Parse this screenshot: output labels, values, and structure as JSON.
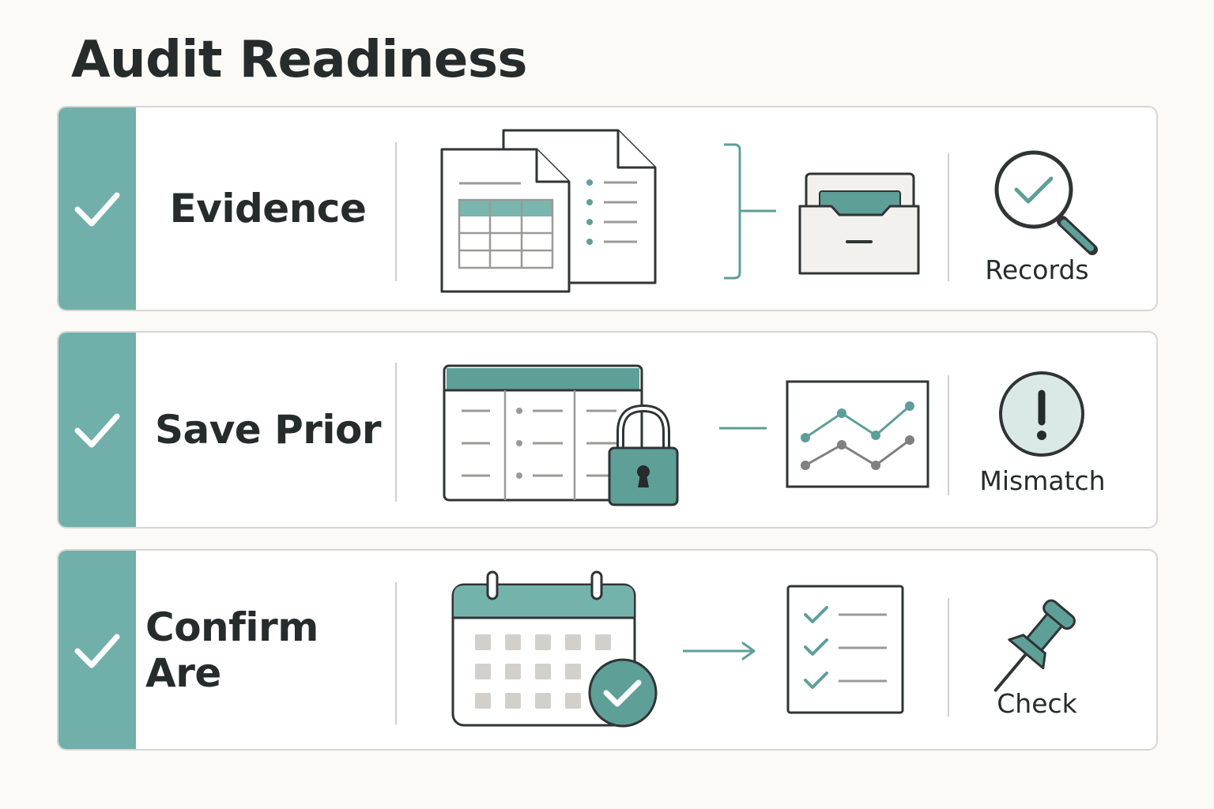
{
  "title": "Audit Readiness",
  "colors": {
    "accent": "#5e9f98",
    "stripe": "#71b0aa",
    "ink": "#262b2b",
    "card_border": "#d6d6d2",
    "background": "#fbfaf6"
  },
  "steps": [
    {
      "label": "Evidence",
      "status_icon": "checkmark-icon",
      "illustration_icons": [
        "spreadsheet-document-icon",
        "list-document-icon",
        "bracket-connector-icon",
        "file-drawer-icon",
        "magnifier-check-icon"
      ],
      "end_label": "Records"
    },
    {
      "label": "Save Prior",
      "status_icon": "checkmark-icon",
      "illustration_icons": [
        "table-icon",
        "padlock-icon",
        "line-connector-icon",
        "line-chart-icon",
        "exclamation-circle-icon"
      ],
      "end_label": "Mismatch"
    },
    {
      "label": "Confirm Are",
      "status_icon": "checkmark-icon",
      "illustration_icons": [
        "calendar-icon",
        "check-badge-icon",
        "arrow-right-icon",
        "checklist-icon",
        "pushpin-icon"
      ],
      "end_label": "Check"
    }
  ]
}
